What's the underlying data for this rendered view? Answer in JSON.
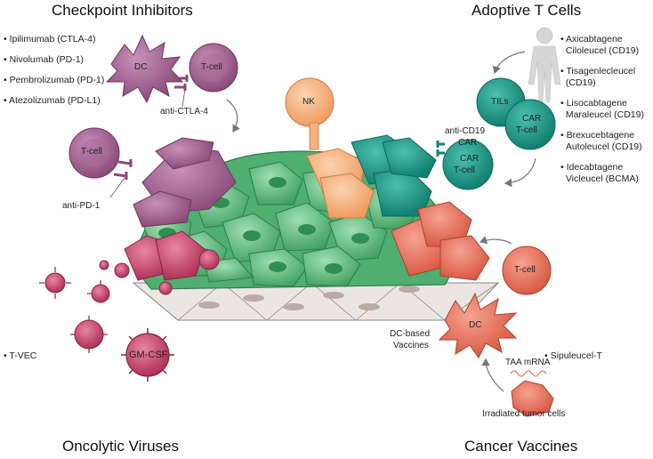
{
  "titles": {
    "checkpoint": "Checkpoint Inhibitors",
    "adoptive": "Adoptive T Cells",
    "oncolytic": "Oncolytic Viruses",
    "vaccines": "Cancer Vaccines"
  },
  "checkpoint_drugs": [
    "• Ipilimumab (CTLA-4)",
    "• Nivolumab (PD-1)",
    "• Pembrolizumab (PD-1)",
    "• Atezolizumab (PD-L1)"
  ],
  "adoptive_drugs": [
    [
      "• Axicabtagene",
      "Ciloleucel (CD19)"
    ],
    [
      "• Tisagenlecleucel",
      "(CD19)"
    ],
    [
      "• Lisocabtagene",
      "Maraleucel (CD19)"
    ],
    [
      "• Brexucebtagene",
      "Autoleucel (CD19)"
    ],
    [
      "• Idecabtagene",
      "Vicleucel (BCMA)"
    ]
  ],
  "oncolytic_drug": "• T-VEC",
  "vaccine_drug": "• Sipuleucel-T",
  "labels": {
    "dc": "DC",
    "tcell": "T-cell",
    "anti_ctla4": "anti-CTLA-4",
    "anti_pd1": "anti-PD-1",
    "nk": "NK",
    "tils": "TILs",
    "car": "CAR",
    "car_tcell_b": "T-cell",
    "anti_cd19": "anti-CD19",
    "car_label": "CAR",
    "gmcsf": "GM-CSF",
    "dc_vaccines_1": "DC-based",
    "dc_vaccines_2": "Vaccines",
    "taa_mrna": "TAA mRNA",
    "irradiated": "Irradiated tumor cells"
  },
  "colors": {
    "purple": "#9a5a8a",
    "green": "#5cb77d",
    "teal": "#1f9a8a",
    "orange": "#f4b07d",
    "salmon": "#e9765f",
    "pink": "#c9466a"
  }
}
